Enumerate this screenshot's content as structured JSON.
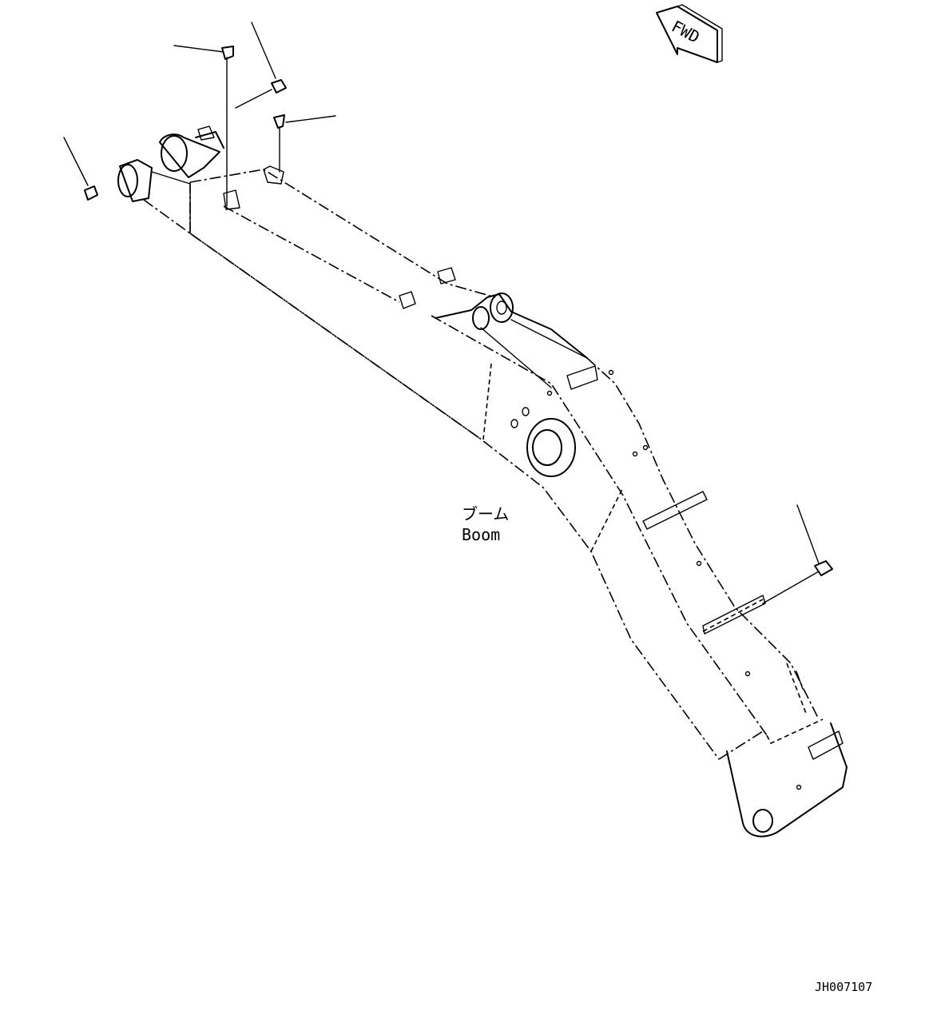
{
  "direction_marker": {
    "label": "FWD"
  },
  "part_label": {
    "line1": "ブーム",
    "line2": "Boom"
  },
  "drawing_number": "JH007107"
}
